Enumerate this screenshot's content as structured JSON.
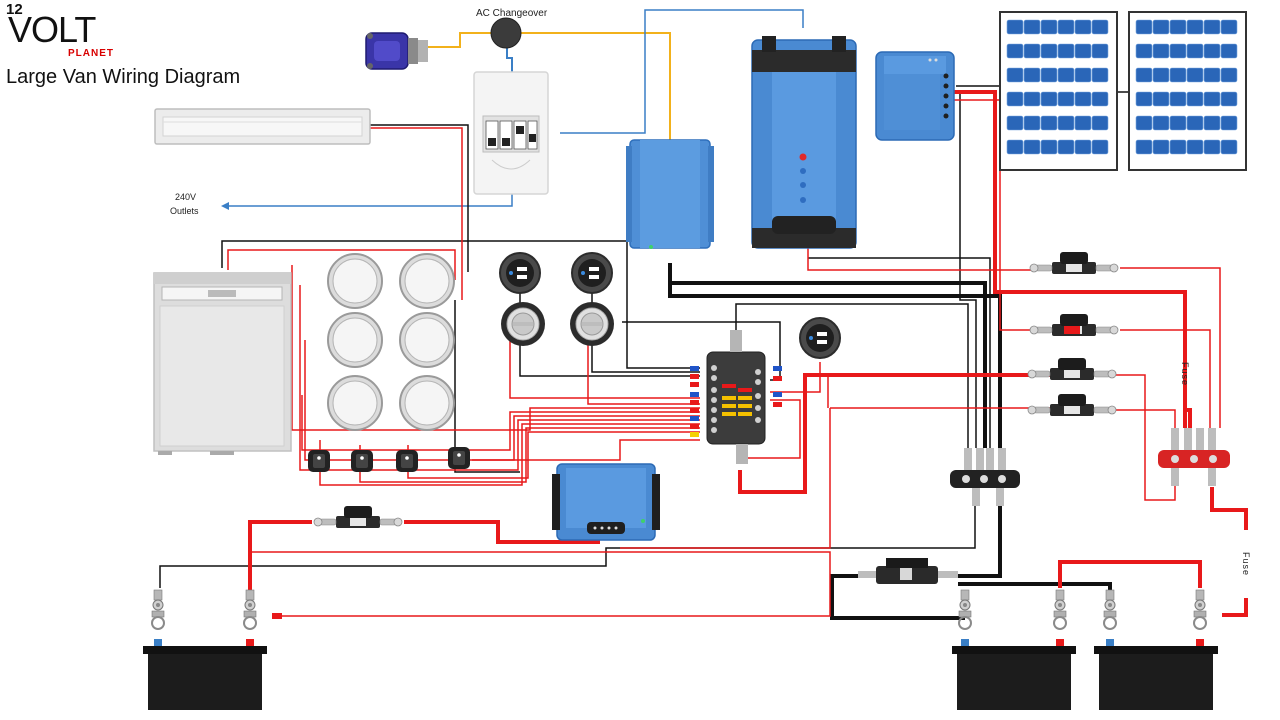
{
  "logo": {
    "number": "12",
    "word": "VOLT",
    "sub": "PLANET"
  },
  "title": "Large Van Wiring Diagram",
  "labels": {
    "ac_changeover": "AC Changeover",
    "outlets_line1": "240V",
    "outlets_line2": "Outlets",
    "fuse_1": "Fuse",
    "fuse_2": "Fuse"
  },
  "colors": {
    "positive_wire": "#e8191a",
    "negative_wire": "#111111",
    "ac_live_wire": "#f2b11b",
    "ac_neutral_wire": "#3a7fc6",
    "victron_blue": "#3f87d2",
    "fuse_block_dark": "#3c3c3c",
    "battery_body": "#1c1c1c"
  },
  "components": [
    "shore-power-inlet",
    "ac-changeover-switch",
    "ac-consumer-unit",
    "led-light-bar",
    "fridge",
    "ceiling-lights",
    "usb-sockets",
    "12v-sockets",
    "rocker-switches",
    "fuse-block",
    "battery-charger",
    "inverter-charger",
    "solar-charge-controller",
    "solar-panels",
    "dc-dc-charger",
    "negative-busbar",
    "positive-busbar",
    "battery-shunt",
    "starter-battery",
    "leisure-battery-1",
    "leisure-battery-2"
  ]
}
